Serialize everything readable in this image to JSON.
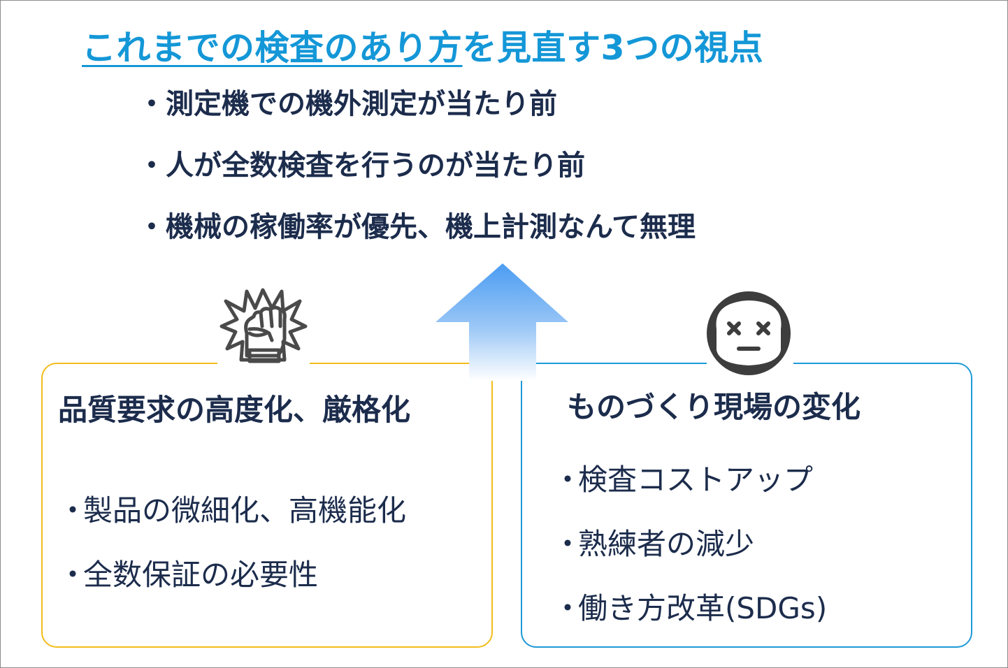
{
  "title": {
    "underlined": "これまでの検査のあり方",
    "rest": "を見直す3つの視点"
  },
  "top_bullets": [
    "測定機での機外測定が当たり前",
    "人が全数検査を行うのが当たり前",
    "機械の稼働率が優先、機上計測なんて無理"
  ],
  "bullet_marker": "・",
  "left_box": {
    "heading": "品質要求の高度化、厳格化",
    "items": [
      "製品の微細化、高機能化",
      "全数保証の必要性"
    ],
    "icon": "fist-burst-icon",
    "border_color": "#f2bd1b"
  },
  "right_box": {
    "heading": "ものづくり現場の変化",
    "items": [
      "検査コストアップ",
      "熟練者の減少",
      "働き方改革(SDGs)"
    ],
    "icon": "dizzy-face-icon",
    "border_color": "#1e9ad6"
  },
  "arrow": {
    "icon": "up-arrow-icon",
    "color": "#4b9cf2"
  },
  "colors": {
    "title": "#1497d7",
    "text": "#1c2c4c"
  }
}
